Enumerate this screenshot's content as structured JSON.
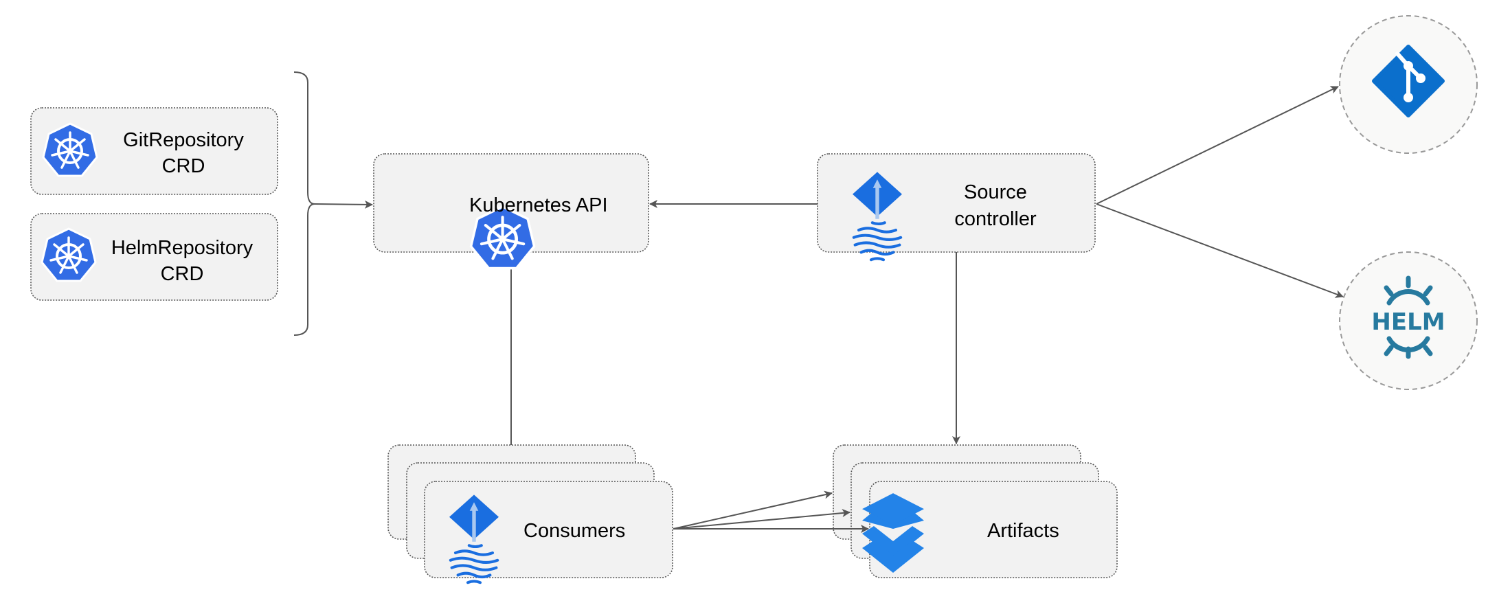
{
  "nodes": {
    "git_crd": {
      "line1": "GitRepository",
      "line2": "CRD",
      "icon": "kubernetes-icon"
    },
    "helm_crd": {
      "line1": "HelmRepository",
      "line2": "CRD",
      "icon": "kubernetes-icon"
    },
    "k8s_api": {
      "label": "Kubernetes API",
      "icon": "kubernetes-icon"
    },
    "source_controller": {
      "line1": "Source",
      "line2": "controller",
      "icon": "flux-icon"
    },
    "consumers": {
      "label": "Consumers",
      "icon": "flux-icon"
    },
    "artifacts": {
      "label": "Artifacts",
      "icon": "layers-icon"
    },
    "git": {
      "icon": "git-icon"
    },
    "helm": {
      "icon": "helm-icon",
      "logo_text": "HELM"
    }
  },
  "colors": {
    "kubernetes_blue": "#326ce5",
    "flux_blue": "#1a6ee0",
    "git_blue": "#0b6fcc",
    "helm_teal": "#277a9f",
    "layers_blue": "#2383e8",
    "edge": "#555555",
    "box_fill": "#f2f2f2"
  }
}
